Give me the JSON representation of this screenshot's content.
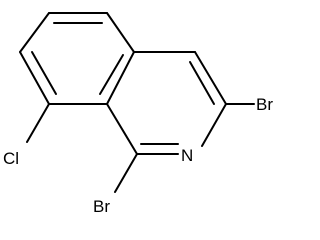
{
  "molecule": {
    "atoms": {
      "cl": "Cl",
      "br_c1": "Br",
      "br_c3": "Br",
      "n": "N"
    },
    "colors": {
      "bond": "#000000",
      "label": "#000000",
      "background": "#ffffff"
    }
  }
}
